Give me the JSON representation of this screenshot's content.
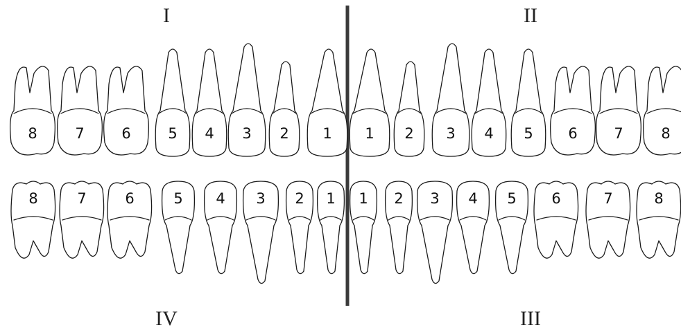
{
  "quadrants": {
    "upper_right": "I",
    "upper_left": "II",
    "lower_left": "III",
    "lower_right": "IV"
  },
  "upper_right_teeth": [
    "8",
    "7",
    "6",
    "5",
    "4",
    "3",
    "2",
    "1"
  ],
  "upper_left_teeth": [
    "1",
    "2",
    "3",
    "4",
    "5",
    "6",
    "7",
    "8"
  ],
  "lower_right_teeth": [
    "8",
    "7",
    "6",
    "5",
    "4",
    "3",
    "2",
    "1"
  ],
  "lower_left_teeth": [
    "1",
    "2",
    "3",
    "4",
    "5",
    "6",
    "7",
    "8"
  ],
  "colors": {
    "ink": "#1a1a1a",
    "midline": "#3a3a3a",
    "background": "#ffffff"
  }
}
